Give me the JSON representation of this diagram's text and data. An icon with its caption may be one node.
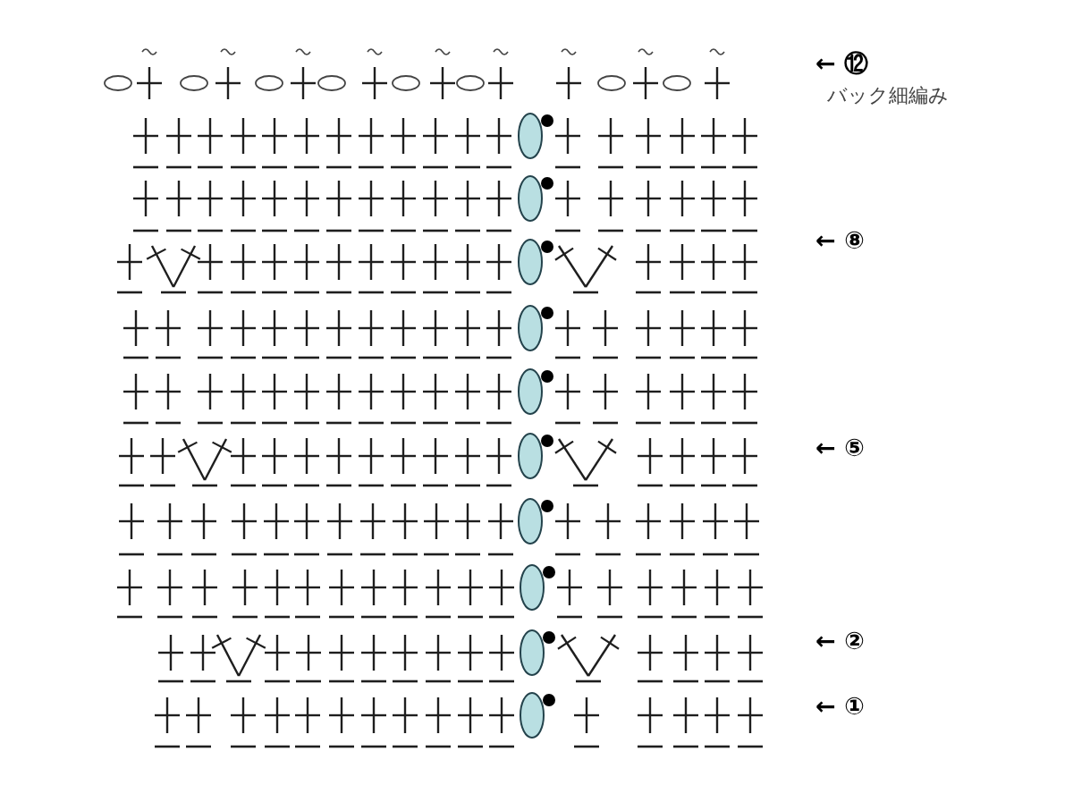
{
  "diagram": {
    "labels": [
      "← ⑫",
      "バック細編み",
      "← ⑧",
      "← ⑤",
      "← ②",
      "← ①"
    ]
  }
}
